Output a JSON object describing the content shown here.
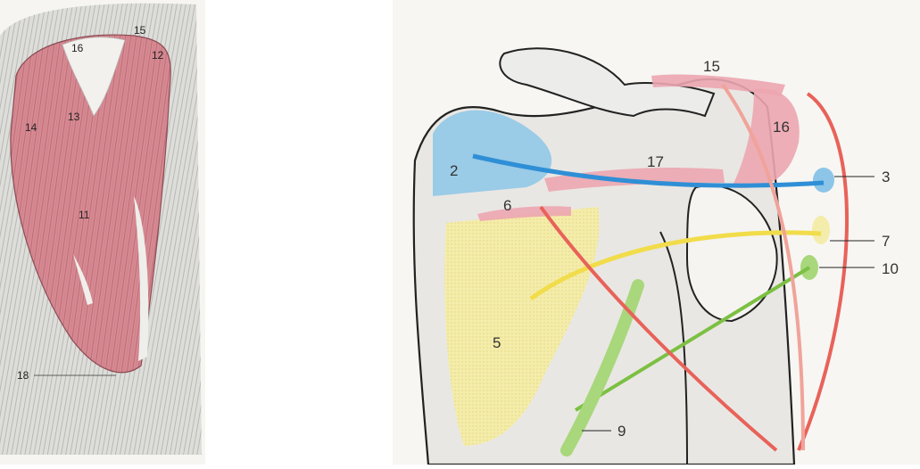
{
  "left_figure": {
    "labels": [
      "15",
      "16",
      "12",
      "13",
      "14",
      "11",
      "18"
    ]
  },
  "right_figure": {
    "labels": [
      "15",
      "16",
      "2",
      "17",
      "3",
      "6",
      "7",
      "10",
      "5",
      "9"
    ]
  },
  "colors": {
    "muscle": "#d9868f",
    "pink": "#eca6b0",
    "blue": "#2f8fd6",
    "blue_area": "#8cc5e8",
    "yellow": "#f1dc4a",
    "yellow_area": "#f4ecaa",
    "green": "#7cc043",
    "red": "#e8625a"
  }
}
